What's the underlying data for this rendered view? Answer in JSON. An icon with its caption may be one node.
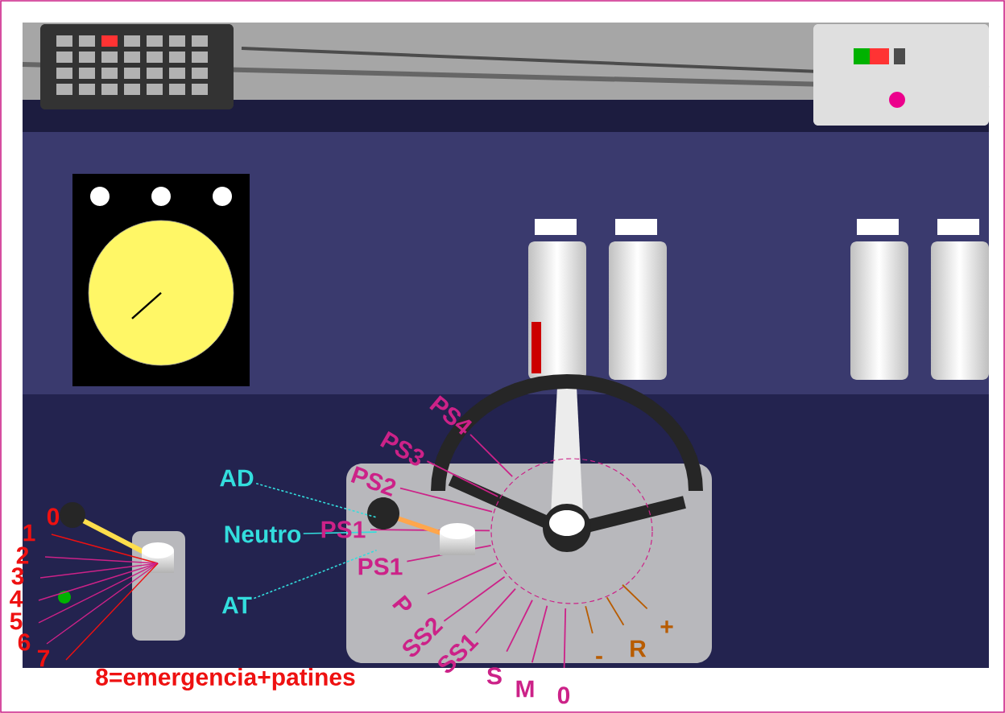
{
  "diagram": {
    "nodes": [
      {
        "text": [
          "AD"
        ]
      },
      {
        "text": [
          "Neutro"
        ]
      },
      {
        "text": [
          "AT"
        ]
      },
      {
        "text": [],
        "shape": "picture"
      }
    ],
    "edges": [
      {
        "from": 0,
        "to": 3,
        "arrow": "none",
        "style": "dashed"
      },
      {
        "from": 1,
        "to": 3,
        "arrow": "none"
      },
      {
        "from": 2,
        "to": 3,
        "arrow": "none",
        "style": "dashed"
      }
    ],
    "labels": [
      "0",
      "1",
      "2",
      "3",
      "4",
      "5",
      "6",
      "7",
      "8=emergencia+patines",
      "PS4",
      "PS3",
      "PS2",
      "PS1",
      "PS1",
      "P",
      "SS2",
      "SS1",
      "S",
      "M",
      "0",
      "-",
      "R",
      "+"
    ]
  }
}
